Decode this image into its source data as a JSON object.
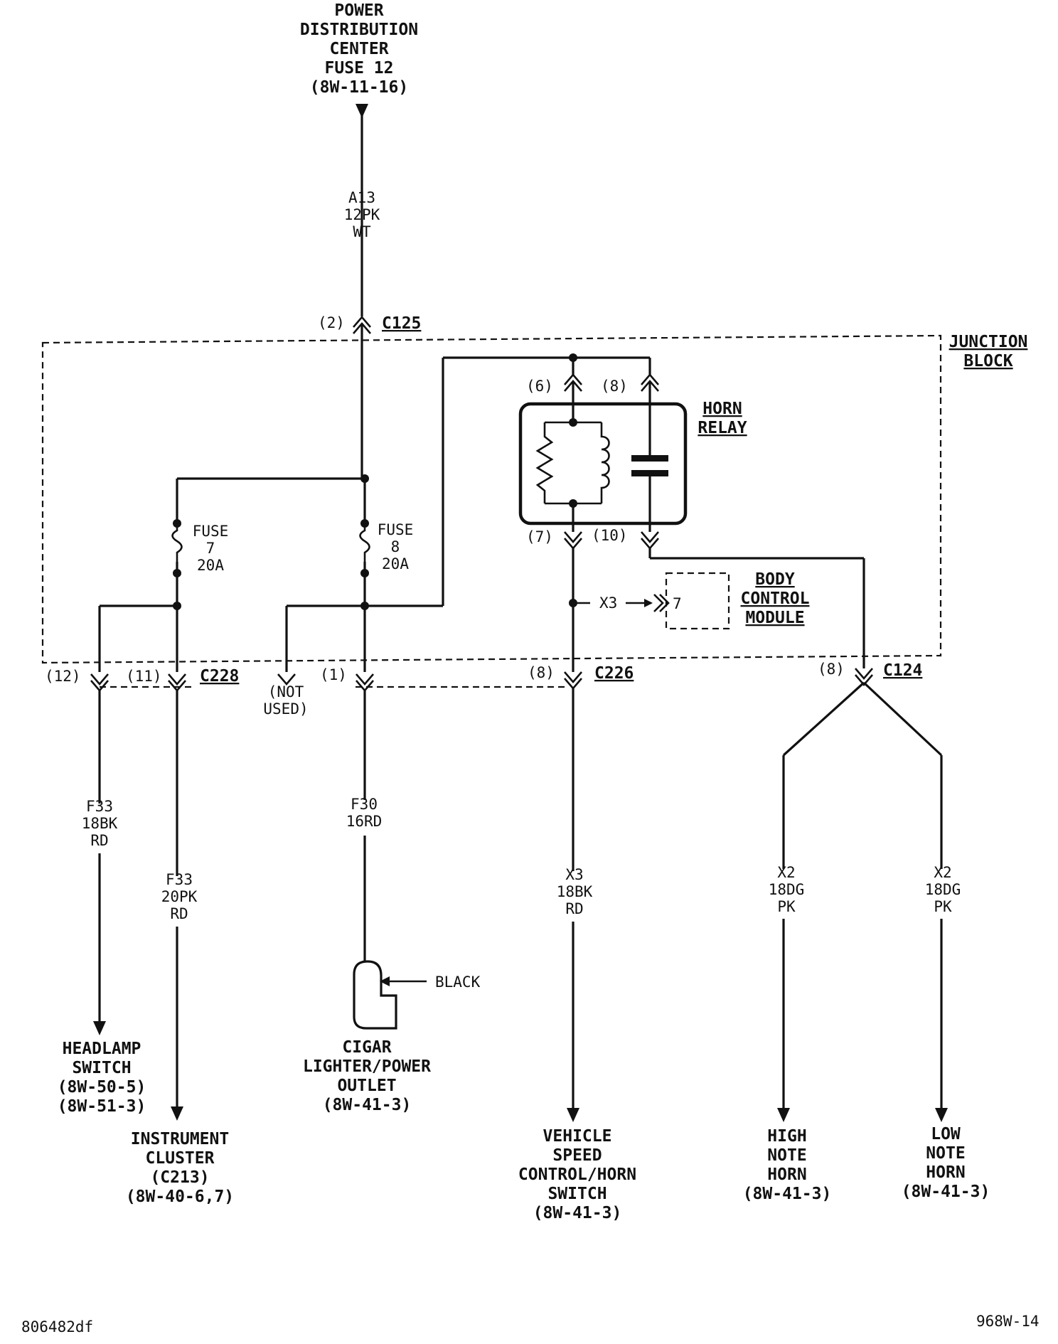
{
  "diagram": {
    "power_source": [
      "POWER",
      "DISTRIBUTION",
      "CENTER",
      "FUSE 12",
      "(8W-11-16)"
    ],
    "wire_a13": [
      "A13",
      "12PK",
      "WT"
    ],
    "c125": {
      "pin": "(2)",
      "name": "C125"
    },
    "junction_block": [
      "JUNCTION",
      "BLOCK"
    ],
    "fuse7": [
      "FUSE",
      "7",
      "20A"
    ],
    "fuse8": [
      "FUSE",
      "8",
      "20A"
    ],
    "relay_pins": {
      "p6": "(6)",
      "p8": "(8)",
      "p7": "(7)",
      "p10": "(10)"
    },
    "horn_relay": [
      "HORN",
      "RELAY"
    ],
    "bcm": {
      "pin": "7",
      "wire": "X3",
      "label": [
        "BODY",
        "CONTROL",
        "MODULE"
      ]
    },
    "c228": {
      "pin12": "(12)",
      "pin11": "(11)",
      "name": "C228"
    },
    "not_used": [
      "(NOT",
      "USED)"
    ],
    "c228_pin1": "(1)",
    "c226": {
      "pin": "(8)",
      "name": "C226"
    },
    "c124": {
      "pin": "(8)",
      "name": "C124"
    },
    "wire_f33_bk": [
      "F33",
      "18BK",
      "RD"
    ],
    "wire_f33_pk": [
      "F33",
      "20PK",
      "RD"
    ],
    "wire_f30": [
      "F30",
      "16RD"
    ],
    "wire_x3": [
      "X3",
      "18BK",
      "RD"
    ],
    "wire_x2_high": [
      "X2",
      "18DG",
      "PK"
    ],
    "wire_x2_low": [
      "X2",
      "18DG",
      "PK"
    ],
    "black_label": "BLACK",
    "dest_headlamp": [
      "HEADLAMP",
      "SWITCH",
      "(8W-50-5)",
      "(8W-51-3)"
    ],
    "dest_cluster": [
      "INSTRUMENT",
      "CLUSTER",
      "(C213)",
      "(8W-40-6,7)"
    ],
    "dest_cigar": [
      "CIGAR",
      "LIGHTER/POWER",
      "OUTLET",
      "(8W-41-3)"
    ],
    "dest_vehicle_speed": [
      "VEHICLE",
      "SPEED",
      "CONTROL/HORN",
      "SWITCH",
      "(8W-41-3)"
    ],
    "dest_high_horn": [
      "HIGH",
      "NOTE",
      "HORN",
      "(8W-41-3)"
    ],
    "dest_low_horn": [
      "LOW",
      "NOTE",
      "HORN",
      "(8W-41-3)"
    ],
    "footer_left": "806482df",
    "footer_right": "968W-14"
  }
}
